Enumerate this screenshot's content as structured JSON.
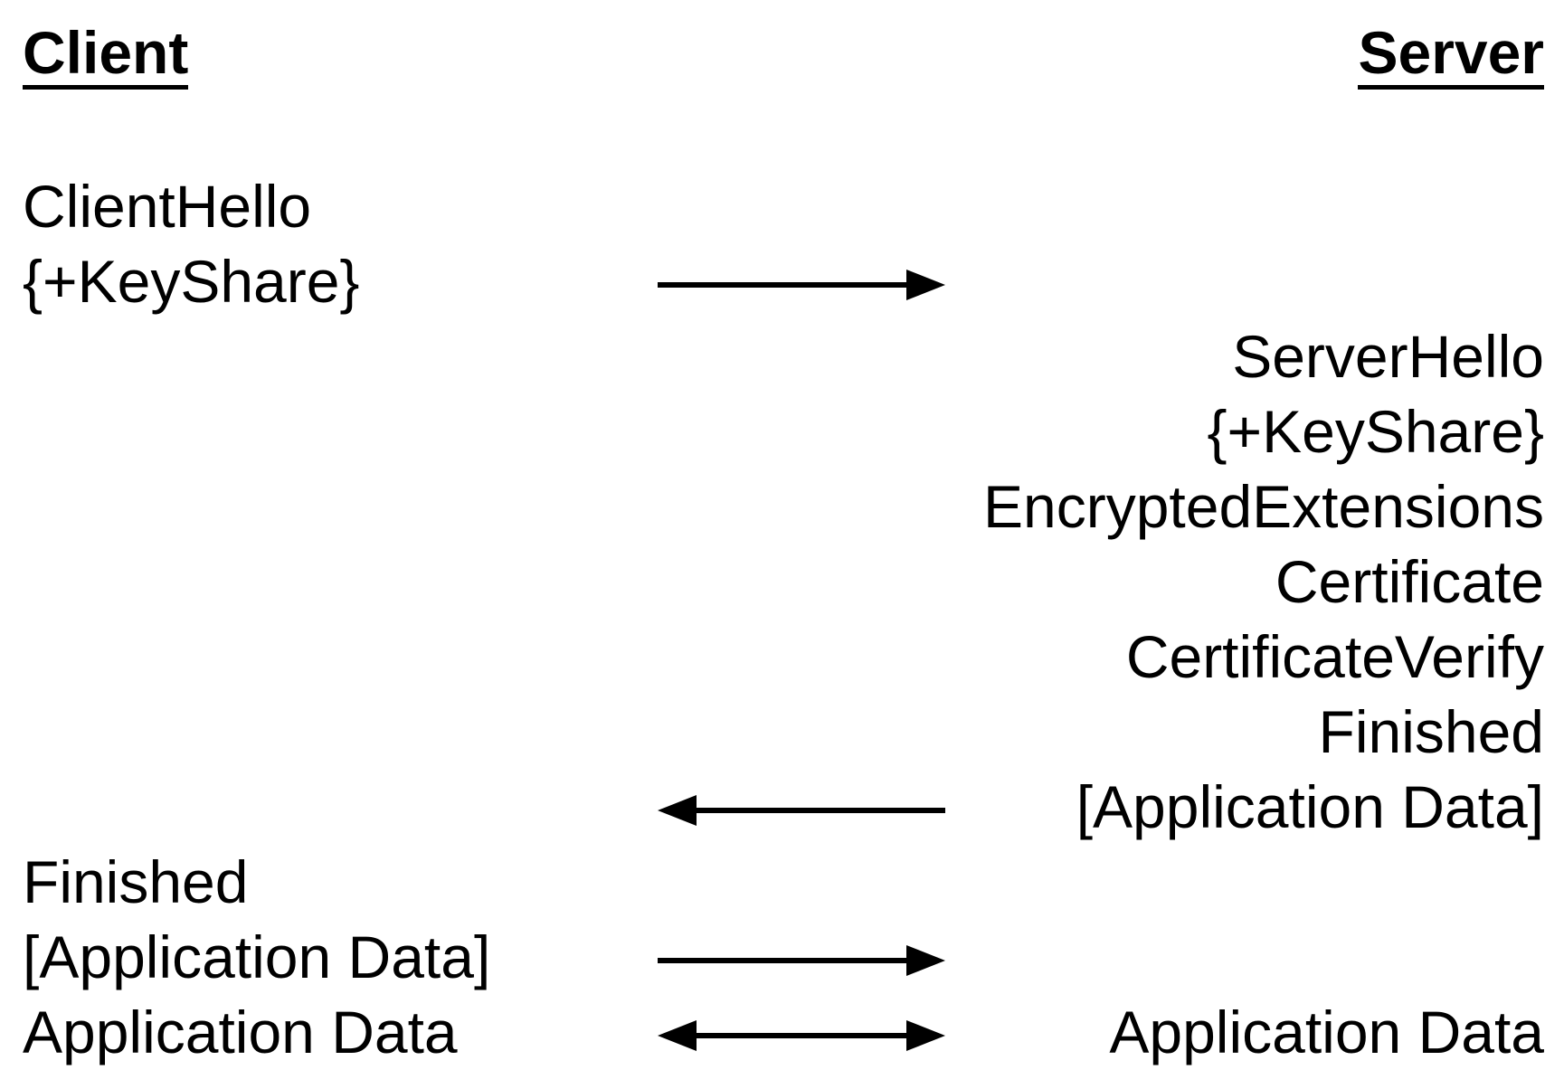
{
  "colors": {
    "background": "#ffffff",
    "foreground": "#000000"
  },
  "actors": {
    "client": "Client",
    "server": "Server"
  },
  "flights": [
    {
      "from": "client",
      "to": "server",
      "direction": "right",
      "lines": [
        "ClientHello",
        "{+KeyShare}"
      ]
    },
    {
      "from": "server",
      "to": "client",
      "direction": "left",
      "lines": [
        "ServerHello",
        "{+KeyShare}",
        "EncryptedExtensions",
        "Certificate",
        "CertificateVerify",
        "Finished",
        "[Application Data]"
      ]
    },
    {
      "from": "client",
      "to": "server",
      "direction": "right",
      "lines": [
        "Finished",
        "[Application Data]"
      ]
    },
    {
      "direction": "both",
      "client_label": "Application Data",
      "server_label": "Application Data"
    }
  ],
  "icons": {
    "client_to_server": "arrow-right-icon",
    "server_to_client": "arrow-left-icon",
    "bidirectional": "arrow-left-right-icon"
  }
}
